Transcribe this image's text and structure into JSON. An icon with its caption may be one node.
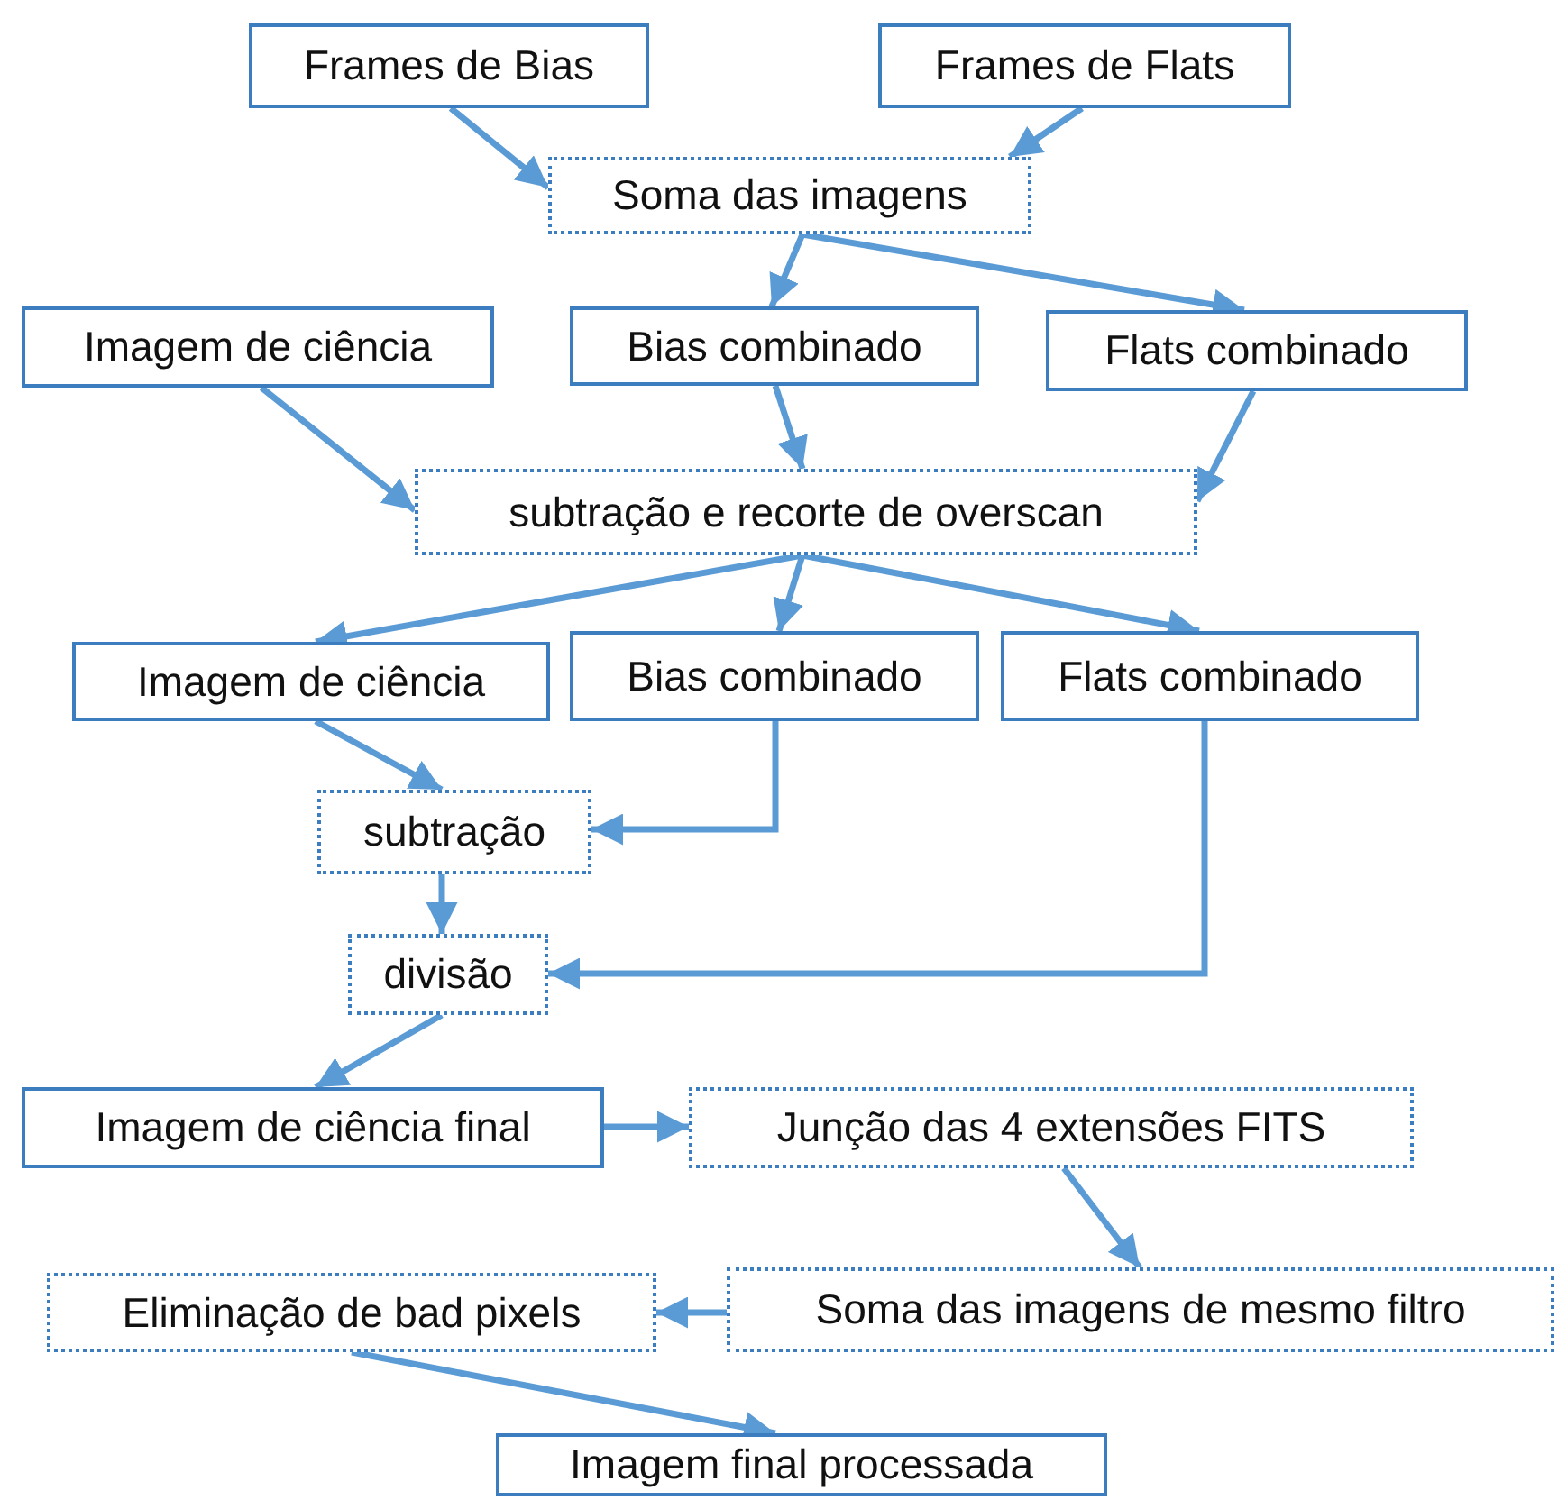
{
  "diagram": {
    "nodes": [
      {
        "text": [
          "Frames de Bias"
        ]
      },
      {
        "text": [
          "Frames de Flats"
        ]
      },
      {
        "text": [
          "Soma das imagens"
        ]
      },
      {
        "text": [
          "Imagem de ciência"
        ]
      },
      {
        "text": [
          "Bias combinado"
        ]
      },
      {
        "text": [
          "Flats combinado"
        ]
      },
      {
        "text": [
          "subtração e recorte de overscan"
        ]
      },
      {
        "text": [
          "Imagem de ciência"
        ]
      },
      {
        "text": [
          "Bias combinado"
        ]
      },
      {
        "text": [
          "Flats combinado"
        ]
      },
      {
        "text": [
          "subtração"
        ]
      },
      {
        "text": [
          "divisão"
        ]
      },
      {
        "text": [
          "Imagem de ciência final"
        ]
      },
      {
        "text": [
          "Junção das 4 extensões FITS"
        ]
      },
      {
        "text": [
          "Soma das imagens de mesmo filtro"
        ]
      },
      {
        "text": [
          "Eliminação de bad pixels"
        ]
      },
      {
        "text": [
          "Imagem final processada"
        ]
      }
    ],
    "edges": [
      {
        "from": 0,
        "to": 2,
        "arrow": "to"
      },
      {
        "from": 1,
        "to": 2,
        "arrow": "to"
      },
      {
        "from": 2,
        "to": 4,
        "arrow": "to"
      },
      {
        "from": 2,
        "to": 5,
        "arrow": "to"
      },
      {
        "from": 3,
        "to": 6,
        "arrow": "to"
      },
      {
        "from": 4,
        "to": 6,
        "arrow": "to"
      },
      {
        "from": 5,
        "to": 6,
        "arrow": "to"
      },
      {
        "from": 6,
        "to": 7,
        "arrow": "to"
      },
      {
        "from": 6,
        "to": 8,
        "arrow": "to"
      },
      {
        "from": 6,
        "to": 9,
        "arrow": "to"
      },
      {
        "from": 7,
        "to": 10,
        "arrow": "to"
      },
      {
        "from": 8,
        "to": 10,
        "arrow": "to"
      },
      {
        "from": 10,
        "to": 11,
        "arrow": "to"
      },
      {
        "from": 9,
        "to": 11,
        "arrow": "to"
      },
      {
        "from": 11,
        "to": 12,
        "arrow": "to"
      },
      {
        "from": 12,
        "to": 13,
        "arrow": "to"
      },
      {
        "from": 13,
        "to": 14,
        "arrow": "to"
      },
      {
        "from": 14,
        "to": 15,
        "arrow": "to"
      },
      {
        "from": 15,
        "to": 16,
        "arrow": "to"
      }
    ]
  }
}
